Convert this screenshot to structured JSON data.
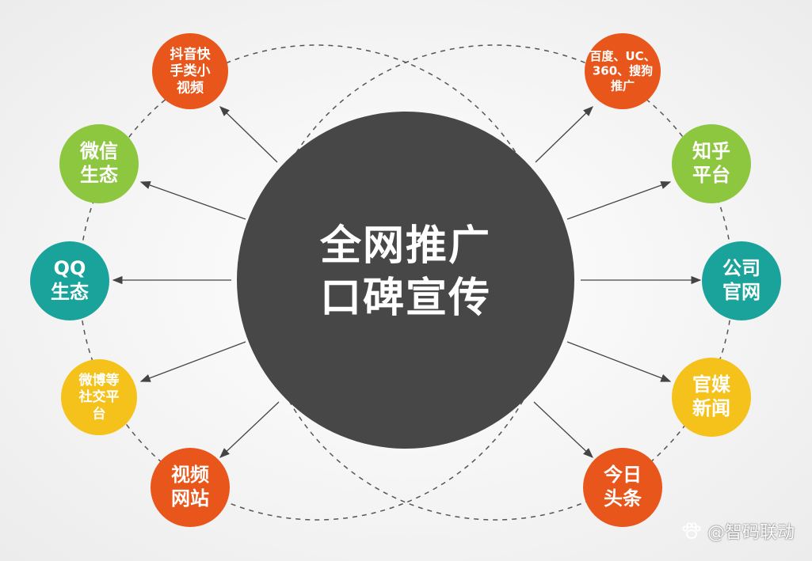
{
  "center": {
    "line1": "全网推广",
    "line2": "口碑宣传",
    "color": "#474747"
  },
  "nodes": [
    {
      "id": "douyin",
      "lines": [
        "抖音快",
        "手类小",
        "视频"
      ],
      "color": "#e8561b"
    },
    {
      "id": "wechat",
      "lines": [
        "微信",
        "生态"
      ],
      "color": "#8dc63f"
    },
    {
      "id": "qq",
      "lines": [
        "QQ",
        "生态"
      ],
      "color": "#1aa39a"
    },
    {
      "id": "weibo",
      "lines": [
        "微博等",
        "社交平",
        "台"
      ],
      "color": "#f5c21c"
    },
    {
      "id": "video-sites",
      "lines": [
        "视频",
        "网站"
      ],
      "color": "#e8561b"
    },
    {
      "id": "search",
      "lines": [
        "百度、UC、",
        "360、搜狗",
        "推广"
      ],
      "color": "#e8561b"
    },
    {
      "id": "zhihu",
      "lines": [
        "知乎",
        "平台"
      ],
      "color": "#8dc63f"
    },
    {
      "id": "official-site",
      "lines": [
        "公司",
        "官网"
      ],
      "color": "#1aa39a"
    },
    {
      "id": "media-news",
      "lines": [
        "官媒",
        "新闻"
      ],
      "color": "#f5c21c"
    },
    {
      "id": "toutiao",
      "lines": [
        "今日",
        "头条"
      ],
      "color": "#e8561b"
    }
  ],
  "watermark": {
    "text": "@智码联动",
    "icon": "paw-icon"
  },
  "colors": {
    "arrow": "#444444",
    "dashed_ring": "#555555",
    "background": "#f7f7f7"
  }
}
